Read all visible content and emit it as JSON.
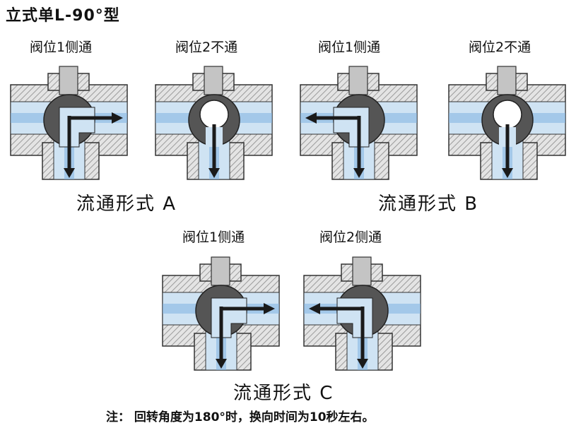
{
  "title": "立式单L-90°型",
  "valves": [
    {
      "label": "阀位1侧通",
      "arrows": [
        "right",
        "down"
      ]
    },
    {
      "label": "阀位2不通",
      "arrows": [
        "down"
      ]
    },
    {
      "label": "阀位1侧通",
      "arrows": [
        "left",
        "down"
      ]
    },
    {
      "label": "阀位2不通",
      "arrows": [
        "down"
      ]
    },
    {
      "label": "阀位1侧通",
      "arrows": [
        "right",
        "down"
      ]
    },
    {
      "label": "阀位2侧通",
      "arrows": [
        "left",
        "down"
      ]
    }
  ],
  "flow_forms": [
    "流通形式 A",
    "流通形式 B",
    "流通形式 C"
  ],
  "note": "注： 回转角度为180°时，换向时间为10秒左右。",
  "colors": {
    "pipe_fill": "#cfe3f3",
    "flow_stripe": "#7fb3e0",
    "ball": "#555555",
    "body_hatch": "#9a9a9a",
    "stem": "#c4c4c4"
  }
}
